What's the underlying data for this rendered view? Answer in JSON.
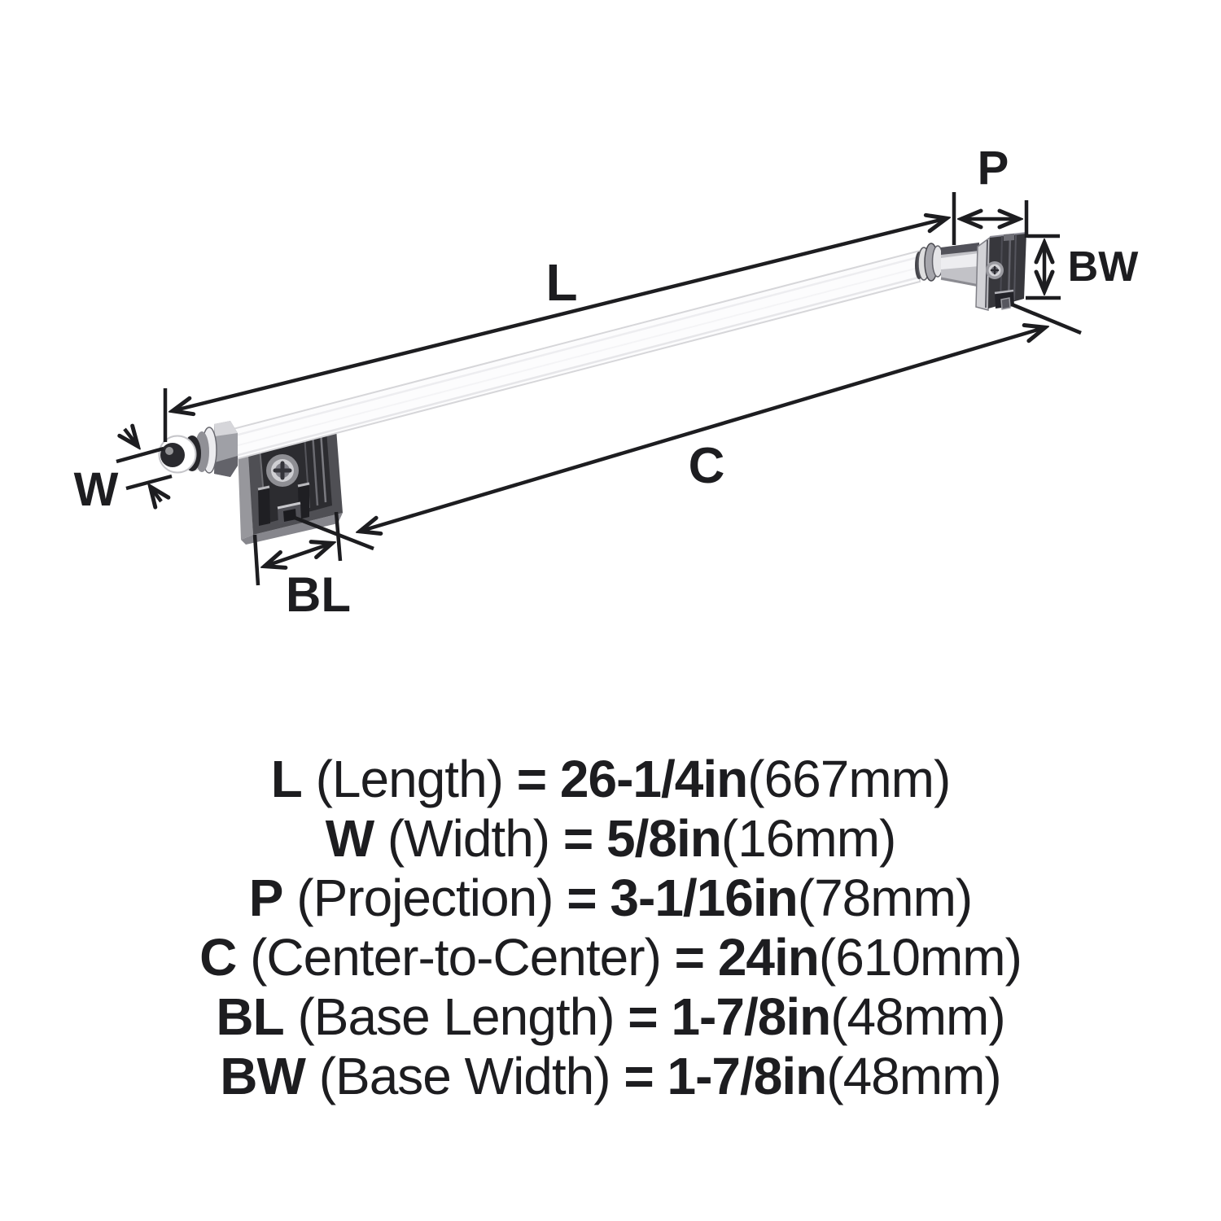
{
  "diagram": {
    "labels": {
      "length": "L",
      "center": "C",
      "projection": "P",
      "width": "W",
      "base_length": "BL",
      "base_width": "BW"
    },
    "colors": {
      "line": "#1d1d20",
      "bracket_dark": "#37373c",
      "bracket_mid": "#4f4f54",
      "bracket_recess": "#2c2c30",
      "metal_light": "#d2d2d6",
      "metal_mid": "#9fa0a6",
      "bar_fill": "#fcfcfd",
      "background": "#ffffff"
    }
  },
  "specs": {
    "rows": [
      {
        "sym": "L",
        "desc": "(Length)",
        "eq": "=",
        "value": "26-1/4in",
        "metric": "(667mm)"
      },
      {
        "sym": "W",
        "desc": "(Width)",
        "eq": "=",
        "value": "5/8in",
        "metric": "(16mm)"
      },
      {
        "sym": "P",
        "desc": "(Projection)",
        "eq": "=",
        "value": "3-1/16in",
        "metric": "(78mm)"
      },
      {
        "sym": "C",
        "desc": "(Center-to-Center)",
        "eq": "=",
        "value": "24in",
        "metric": "(610mm)"
      },
      {
        "sym": "BL",
        "desc": "(Base Length)",
        "eq": "=",
        "value": "1-7/8in",
        "metric": "(48mm)"
      },
      {
        "sym": "BW",
        "desc": "(Base Width)",
        "eq": "=",
        "value": "1-7/8in",
        "metric": "(48mm)"
      }
    ]
  }
}
